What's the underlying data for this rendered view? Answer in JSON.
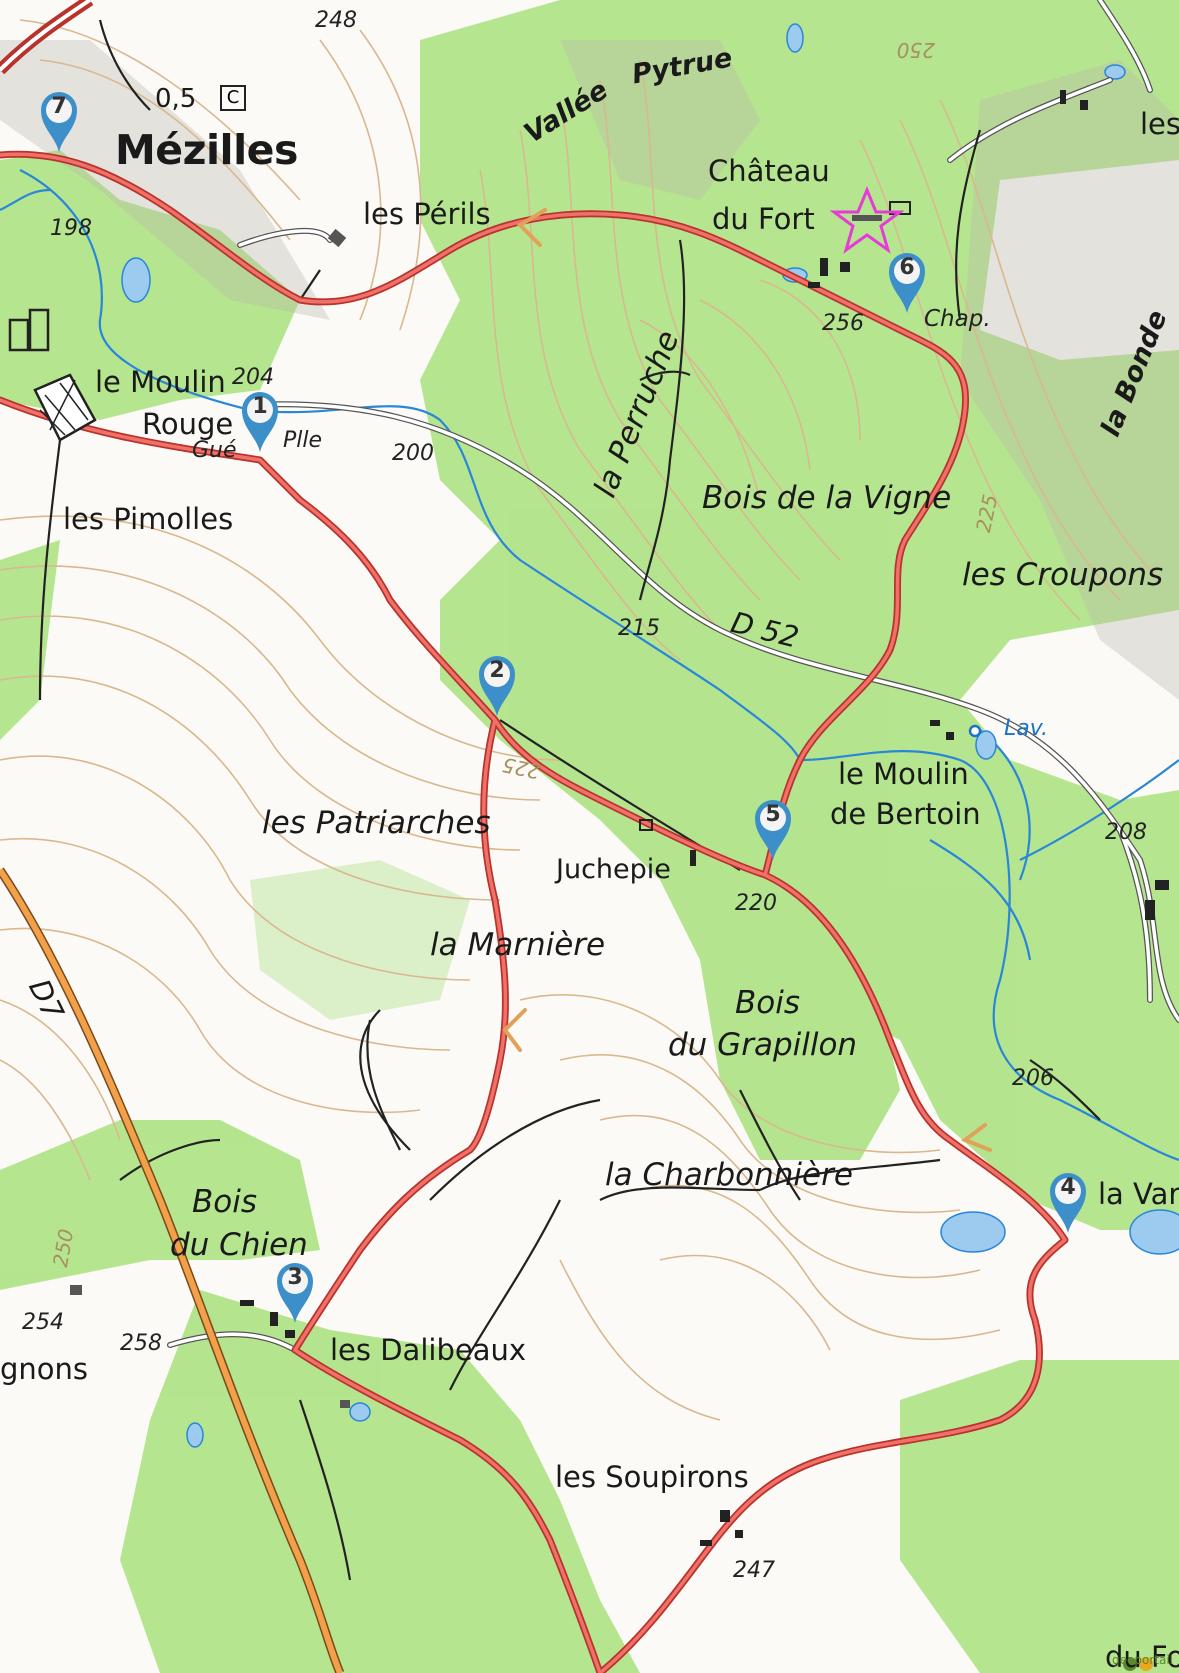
{
  "map": {
    "labels": {
      "town": "Mézilles",
      "scale_value": "0,5",
      "scale_c": "C",
      "les_perils": "les Périls",
      "vallee": "Vallée",
      "pytrue": "Pytrue",
      "chateau_line1": "Château",
      "chateau_line2": "du Fort",
      "chap": "Chap.",
      "les_top_right": "les",
      "la_bonde": "la Bonde",
      "moulin_rouge_1": "le Moulin",
      "moulin_rouge_2": "Rouge",
      "gue": "Gué",
      "plle": "Plle",
      "les_pimolles": "les Pimolles",
      "la_perruche": "la Perruche",
      "bois_vigne": "Bois de la Vigne",
      "les_croupons": "les Croupons",
      "d52": "D 52",
      "lav": "Lav.",
      "moulin_bertoin_1": "le Moulin",
      "moulin_bertoin_2": "de Bertoin",
      "les_patriarches": "les Patriarches",
      "juchepie": "Juchepie",
      "la_marniere": "la Marnière",
      "bois_grap_1": "Bois",
      "bois_grap_2": "du Grapillon",
      "d7": "D7",
      "la_charbonniere": "la Charbonnière",
      "la_vare": "la Vare",
      "bois_chien_1": "Bois",
      "bois_chien_2": "du Chien",
      "gnons": "gnons",
      "les_dalibeaux": "les Dalibeaux",
      "les_soupirons": "les Soupirons",
      "du_fo": "du Fo",
      "geoportail": "geoportail"
    },
    "altitudes": {
      "a248": "248",
      "a198": "198",
      "a204": "204",
      "a200": "200",
      "a256": "256",
      "a215": "215",
      "a225a": "225",
      "a225b": "225",
      "a250a": "250",
      "a250b": "250",
      "a208": "208",
      "a220": "220",
      "a206": "206",
      "a254": "254",
      "a258": "258",
      "a247": "247"
    },
    "markers": [
      {
        "number": "1"
      },
      {
        "number": "2"
      },
      {
        "number": "3"
      },
      {
        "number": "4"
      },
      {
        "number": "5"
      },
      {
        "number": "6"
      },
      {
        "number": "7"
      }
    ],
    "colors": {
      "forest": "#a9e17e",
      "route": "#e85c54",
      "route_dark": "#b8332c",
      "river": "#2a86d8",
      "contour": "#d9b88f",
      "marker": "#3d8fc9"
    },
    "icons": [
      "star-icon",
      "route-direction-chevron-icon"
    ]
  }
}
